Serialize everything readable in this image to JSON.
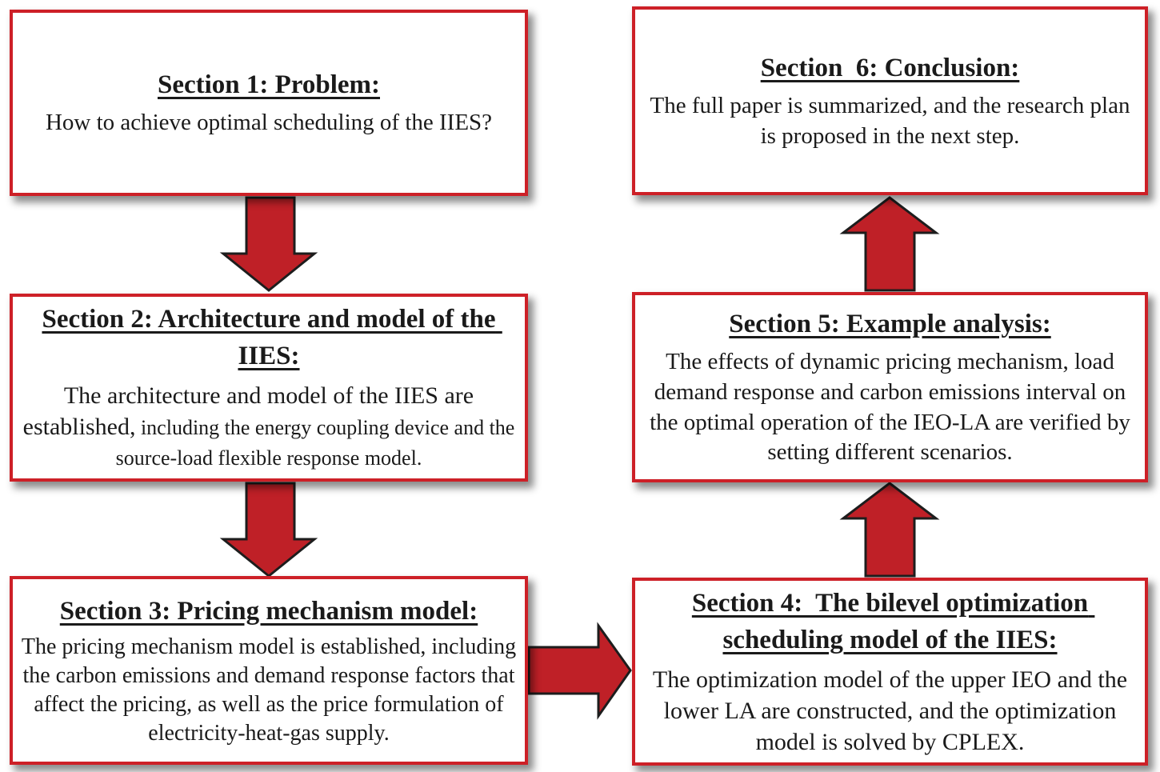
{
  "figure": {
    "type": "flowchart",
    "colors": {
      "background": "#ffffff",
      "box_border": "#cd2027",
      "box_fill": "#ffffff",
      "arrow_fill": "#bf2027",
      "arrow_stroke": "#1d1d1d",
      "text": "#1a1a1a"
    },
    "boxes": [
      {
        "name": "section-1",
        "title": "Section 1: Problem:",
        "body": "How to achieve optimal scheduling of the IIES?"
      },
      {
        "name": "section-2",
        "title": "Section 2: Architecture and model of the IIES:",
        "body_part1": "The architecture and model of the IIES are established,",
        "body_part2": " including the energy coupling device and the source-load flexible response model."
      },
      {
        "name": "section-3",
        "title": "Section 3: Pricing mechanism model:",
        "body": "The pricing mechanism model is established, including the carbon emissions and demand response factors that affect the pricing, as well as the price formulation of electricity-heat-gas supply."
      },
      {
        "name": "section-4",
        "title": "Section 4:  The bilevel optimization scheduling model of the IIES:",
        "body": "The optimization model of the upper IEO and the lower LA are constructed, and the optimization model is solved by CPLEX."
      },
      {
        "name": "section-5",
        "title": "Section 5: Example analysis:",
        "body": "The effects of dynamic pricing mechanism, load demand response and carbon emissions interval on the optimal operation of the IEO-LA are verified by setting different scenarios."
      },
      {
        "name": "section-6",
        "title": "Section  6: Conclusion:",
        "body": "The full paper is summarized, and the research plan is proposed in the next step."
      }
    ],
    "arrows": [
      {
        "name": "arrow-down-1",
        "direction": "down",
        "from": "section-1",
        "to": "section-2"
      },
      {
        "name": "arrow-down-2",
        "direction": "down",
        "from": "section-2",
        "to": "section-3"
      },
      {
        "name": "arrow-right-1",
        "direction": "right",
        "from": "section-3",
        "to": "section-4"
      },
      {
        "name": "arrow-up-1",
        "direction": "up",
        "from": "section-4",
        "to": "section-5"
      },
      {
        "name": "arrow-up-2",
        "direction": "up",
        "from": "section-5",
        "to": "section-6"
      }
    ]
  }
}
